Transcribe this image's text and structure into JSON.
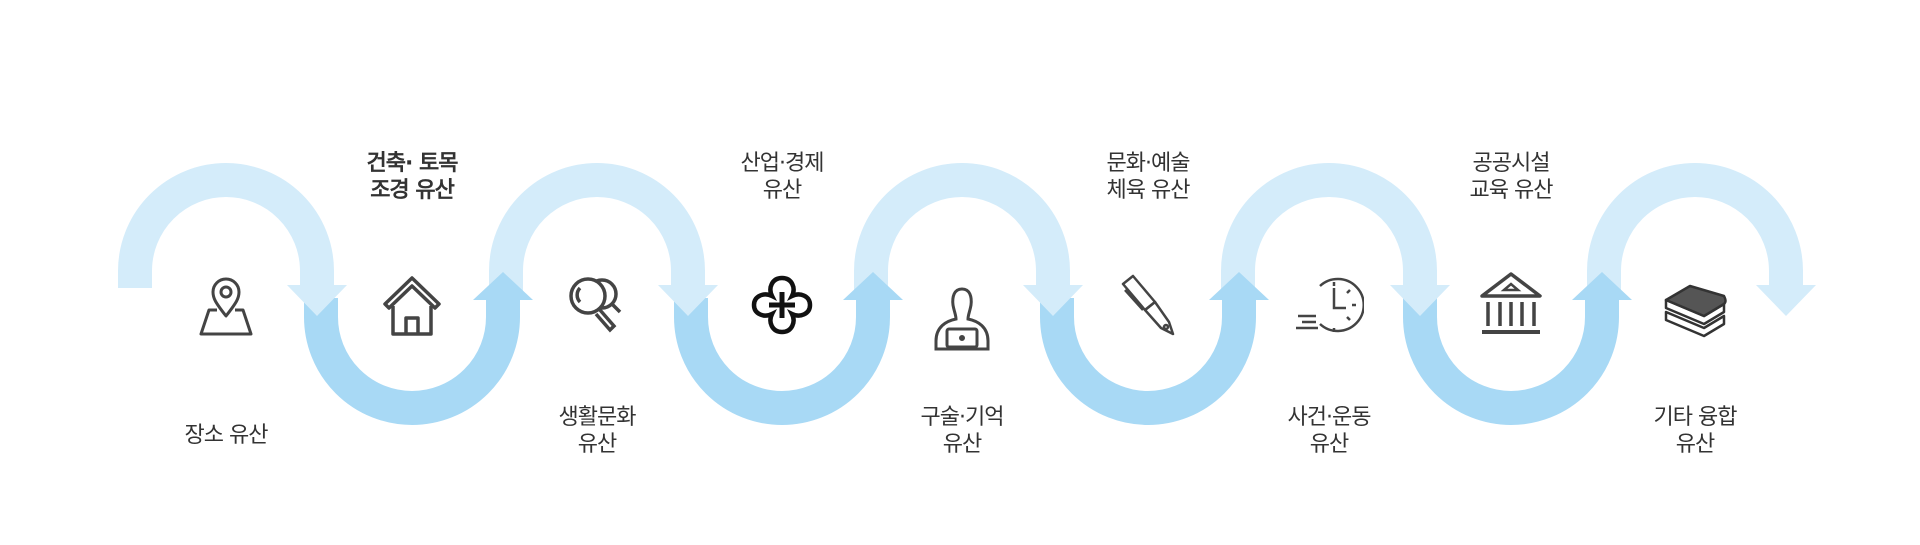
{
  "colors": {
    "upper_band": "#d4ecfa",
    "lower_band": "#a8d9f5",
    "text": "#333333",
    "icon": "#444444"
  },
  "steps": [
    {
      "label_line1": "장소 유산",
      "label_line2": "",
      "icon": "map-pin-icon"
    },
    {
      "label_line1": "건축· 토목",
      "label_line2": "조경 유산",
      "icon": "house-icon"
    },
    {
      "label_line1": "생활문화",
      "label_line2": "유산",
      "icon": "magnifier-icon"
    },
    {
      "label_line1": "산업·경제",
      "label_line2": "유산",
      "icon": "clover-plus-icon"
    },
    {
      "label_line1": "구술·기억",
      "label_line2": "유산",
      "icon": "person-laptop-icon"
    },
    {
      "label_line1": "문화·예술",
      "label_line2": "체육 유산",
      "icon": "fountain-pen-icon"
    },
    {
      "label_line1": "사건·운동",
      "label_line2": "유산",
      "icon": "clock-icon"
    },
    {
      "label_line1": "공공시설",
      "label_line2": "교육 유산",
      "icon": "bank-building-icon"
    },
    {
      "label_line1": "기타 융합",
      "label_line2": "유산",
      "icon": "books-icon"
    }
  ]
}
